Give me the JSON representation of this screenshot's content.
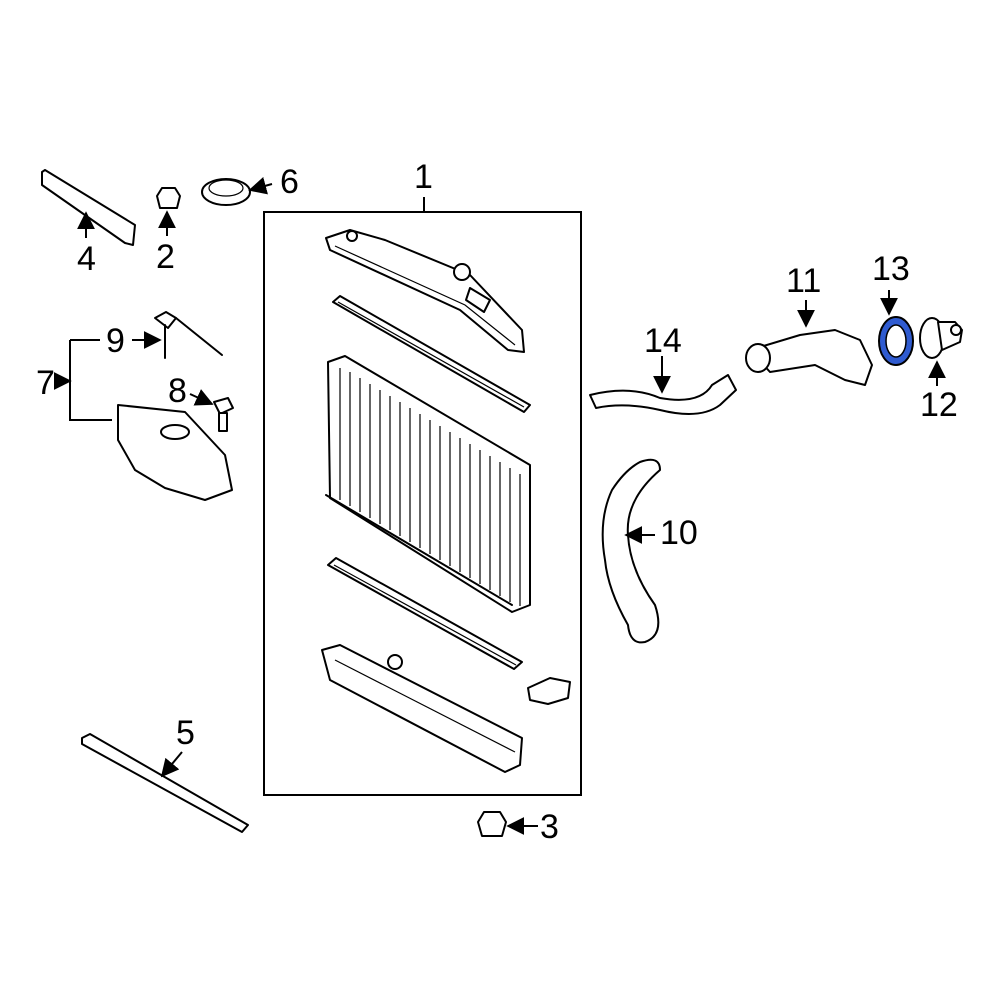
{
  "callouts": {
    "c1": "1",
    "c2": "2",
    "c3": "3",
    "c4": "4",
    "c5": "5",
    "c6": "6",
    "c7": "7",
    "c8": "8",
    "c9": "9",
    "c10": "10",
    "c11": "11",
    "c12": "12",
    "c13": "13",
    "c14": "14"
  },
  "colors": {
    "highlight": "#2f5bd0",
    "line": "#000000",
    "background": "#ffffff"
  },
  "highlighted_part": "13"
}
